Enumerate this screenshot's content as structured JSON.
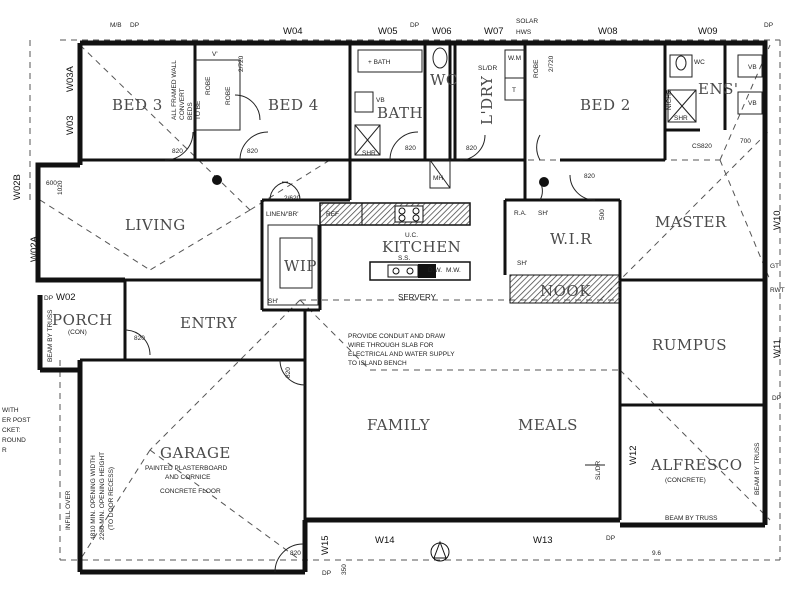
{
  "rooms": {
    "bed3": "BED 3",
    "bed4": "BED 4",
    "bath": "BATH",
    "wc": "WC",
    "laundry": "L'DRY",
    "bed2": "BED 2",
    "ens": "ENS'",
    "living": "LIVING",
    "kitchen": "KITCHEN",
    "wip": "WIP",
    "wir": "W.I.R",
    "master": "MASTER",
    "porch": "PORCH",
    "entry": "ENTRY",
    "nook": "NOOK",
    "rumpus": "RUMPUS",
    "family": "FAMILY",
    "meals": "MEALS",
    "garage": "GARAGE",
    "alfresco": "ALFRESCO"
  },
  "windows": {
    "w04": "W04",
    "w05": "W05",
    "w06": "W06",
    "w07": "W07",
    "w08": "W08",
    "w09": "W09",
    "w03a": "W03A",
    "w03": "W03",
    "w02b": "W02B",
    "w02a": "W02A",
    "w02": "W02",
    "w10": "W10",
    "w11": "W11",
    "w12": "W12",
    "w13": "W13",
    "w14": "W14",
    "w15": "W15"
  },
  "downpipes": {
    "dp": "DP",
    "mb": "M/B",
    "solar": "SOLAR",
    "hws": "HWS"
  },
  "labels": {
    "bath_fixture": "+ BATH",
    "vb": "VB",
    "shr": "SHR",
    "mh": "MH",
    "wm": "W.M",
    "t": "T",
    "robe": "ROBE",
    "sl_dr": "SL/DR",
    "door_820": "820",
    "door_2_720": "2/720",
    "door_2_620": "2/620",
    "wc_fixture": "WC",
    "niche": "NICHE",
    "cs820": "CS820",
    "dim_700": "700",
    "linen_br": "LINEN/'BR'",
    "ref": "REF",
    "uc": "U.C.",
    "ss": "S.S.",
    "dw": "D.W.",
    "mw": "M.W.",
    "servery": "SERVERY",
    "conduit": [
      "PROVIDE CONDUIT AND DRAW",
      "WIRE THROUGH SLAB FOR",
      "ELECTRICAL AND WATER SUPPLY",
      "TO ISLAND BENCH"
    ],
    "ra": "R.A.",
    "sh": "SH'",
    "dim_500": "500",
    "gt": "GT",
    "rwt": "RWT",
    "con": "(CON)",
    "beam_by_truss": "BEAM BY TRUSS",
    "garage_notes": [
      "PAINTED PLASTERBOARD",
      "AND CORNICE",
      "CONCRETE FLOOR"
    ],
    "garage_opening": [
      "4810 MIN. OPENING WIDTH",
      "2260 MIN. OPENING HEIGHT",
      "(TO DOOR RECESS)"
    ],
    "infill_over": "INFILL OVER",
    "alfresco_concrete": "(CONCRETE)",
    "dim_9_6": "9.6",
    "dim_350": "350",
    "dim_1020": "1020",
    "dim_600": "600",
    "v": "V'",
    "all_framed": [
      "ALL FRAMED WALL",
      "CONVERT",
      "BEDS",
      "TO BE"
    ],
    "left_notes": [
      "WITH",
      "ER POST",
      "CKET:",
      "ROUND",
      "R"
    ]
  },
  "colors": {
    "wall": "#111111",
    "room_label": "#4a4a4a",
    "hatch": "#444444"
  }
}
